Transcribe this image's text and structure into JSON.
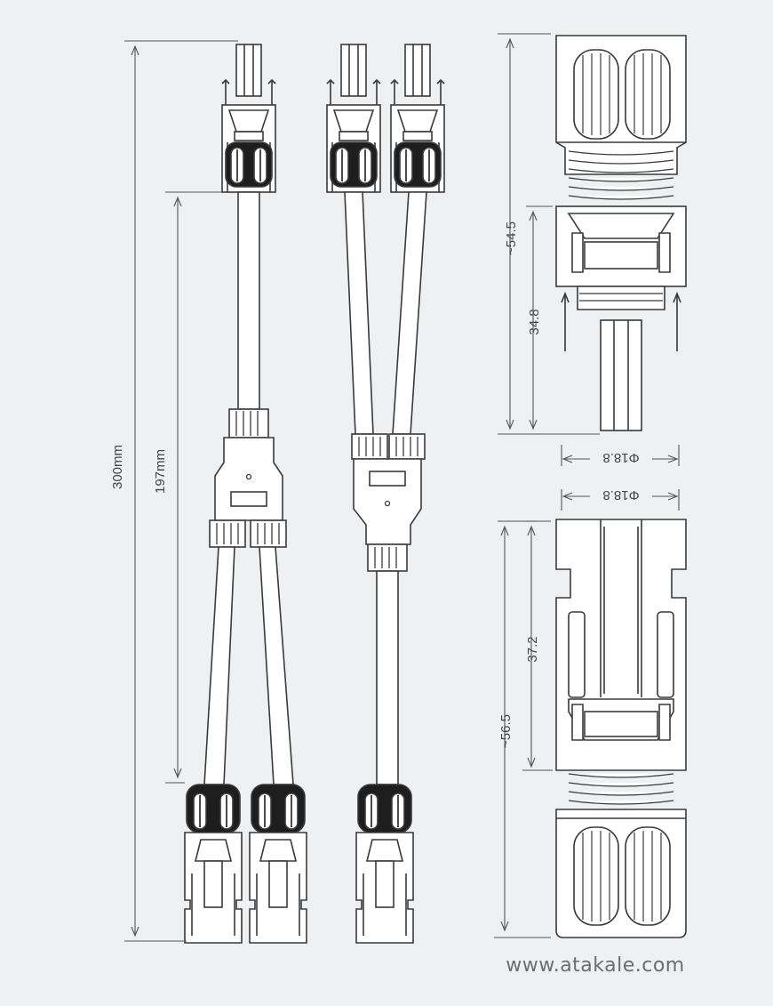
{
  "labels": {
    "total_length": "300mm",
    "branch_length": "197mm",
    "male_overall": "~54.5",
    "male_pin": "34.8",
    "male_diameter": "Φ18.8",
    "female_diameter": "Φ18.8",
    "female_inner": "37.2",
    "female_overall": "~56.5"
  },
  "watermark": "www.atakale.com",
  "colors": {
    "background": "#eef0f2",
    "line": "#3a3a3a",
    "fill": "#ffffff",
    "grip": "#1e1e1e"
  }
}
